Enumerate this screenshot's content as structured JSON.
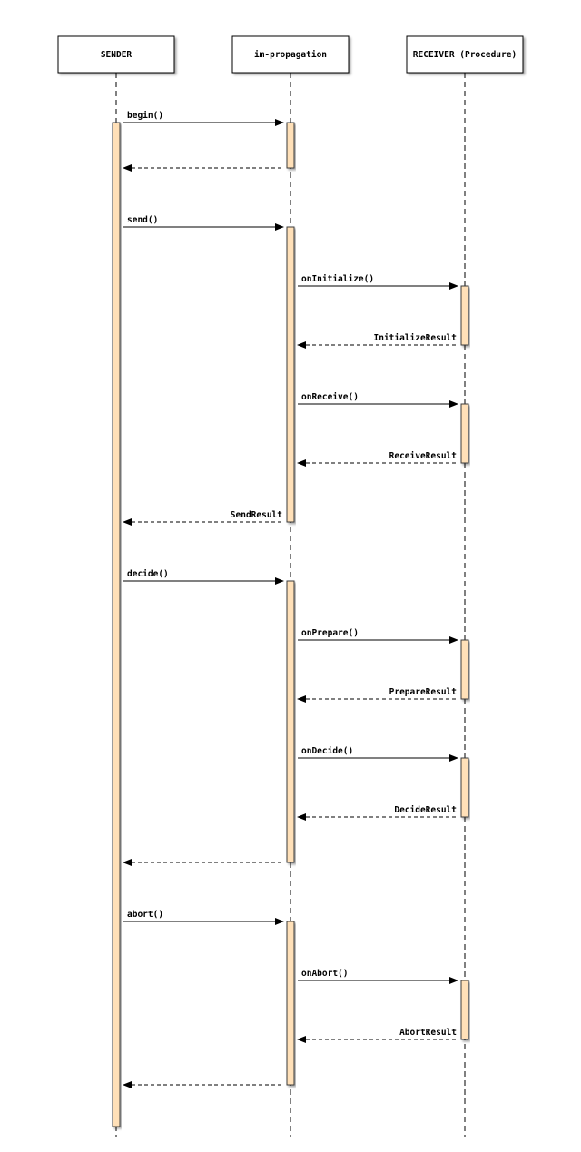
{
  "participants": [
    {
      "id": "sender",
      "name": "SENDER"
    },
    {
      "id": "im",
      "name": "im-propagation"
    },
    {
      "id": "receiver",
      "name": "RECEIVER (Procedure)"
    }
  ],
  "colors": {
    "activation_fill": "#ffe0b8",
    "activation_stroke": "#3a3a3a",
    "box_fill": "#ffffff",
    "line": "#000000"
  },
  "messages": [
    {
      "from": "sender",
      "to": "im",
      "label": "begin()",
      "kind": "call"
    },
    {
      "from": "im",
      "to": "sender",
      "label": "",
      "kind": "return"
    },
    {
      "from": "sender",
      "to": "im",
      "label": "send()",
      "kind": "call"
    },
    {
      "from": "im",
      "to": "receiver",
      "label": "onInitialize()",
      "kind": "call"
    },
    {
      "from": "receiver",
      "to": "im",
      "label": "InitializeResult",
      "kind": "return"
    },
    {
      "from": "im",
      "to": "receiver",
      "label": "onReceive()",
      "kind": "call"
    },
    {
      "from": "receiver",
      "to": "im",
      "label": "ReceiveResult",
      "kind": "return"
    },
    {
      "from": "im",
      "to": "sender",
      "label": "SendResult",
      "kind": "return"
    },
    {
      "from": "sender",
      "to": "im",
      "label": "decide()",
      "kind": "call"
    },
    {
      "from": "im",
      "to": "receiver",
      "label": "onPrepare()",
      "kind": "call"
    },
    {
      "from": "receiver",
      "to": "im",
      "label": "PrepareResult",
      "kind": "return"
    },
    {
      "from": "im",
      "to": "receiver",
      "label": "onDecide()",
      "kind": "call"
    },
    {
      "from": "receiver",
      "to": "im",
      "label": "DecideResult",
      "kind": "return"
    },
    {
      "from": "im",
      "to": "sender",
      "label": "",
      "kind": "return"
    },
    {
      "from": "sender",
      "to": "im",
      "label": "abort()",
      "kind": "call"
    },
    {
      "from": "im",
      "to": "receiver",
      "label": "onAbort()",
      "kind": "call"
    },
    {
      "from": "receiver",
      "to": "im",
      "label": "AbortResult",
      "kind": "return"
    },
    {
      "from": "im",
      "to": "sender",
      "label": "",
      "kind": "return"
    }
  ]
}
